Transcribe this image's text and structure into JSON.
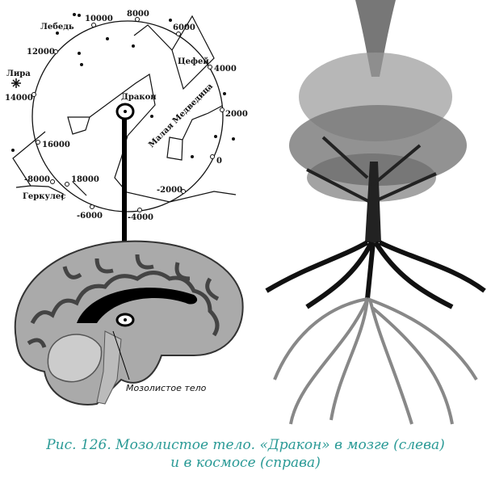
{
  "sky_map": {
    "ticks": [
      "10000",
      "8000",
      "6000",
      "4000",
      "2000",
      "0",
      "-2000",
      "-4000",
      "-6000",
      "18000",
      "-8000",
      "16000",
      "14000",
      "12000"
    ],
    "constellations": {
      "lebed": "Лебедь",
      "lira": "Лира",
      "cefei": "Цефей",
      "drakon": "Дракон",
      "malaya_medvedica": "Малая Медведица",
      "gerkules": "Геркулес"
    }
  },
  "brain": {
    "label": "Мозолистое тело"
  },
  "caption": {
    "line1": "Рис. 126. Мозолистое тело. «Дракон» в мозге (слева)",
    "line2": "и в космосе (справа)"
  },
  "colors": {
    "caption": "#2a9a96"
  }
}
